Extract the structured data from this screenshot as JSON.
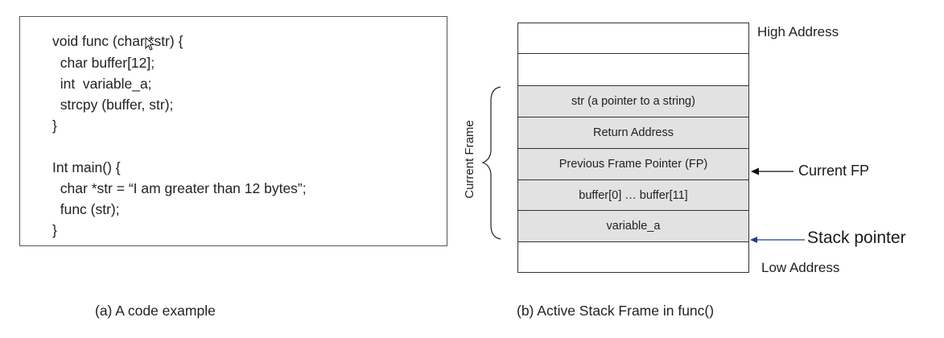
{
  "code": {
    "lines": [
      "void func (char *str) {",
      "  char buffer[12];",
      "  int  variable_a;",
      "  strcpy (buffer, str);",
      "}",
      "",
      "Int main() {",
      "  char *str = “I am greater than 12 bytes”;",
      "  func (str);",
      "}"
    ],
    "caption": "(a) A code example"
  },
  "stack": {
    "high_label": "High Address",
    "low_label": "Low Address",
    "rows": [
      {
        "label": "",
        "shaded": false
      },
      {
        "label": "",
        "shaded": false
      },
      {
        "label": "str (a pointer to a string)",
        "shaded": true
      },
      {
        "label": "Return Address",
        "shaded": true
      },
      {
        "label": "Previous Frame Pointer (FP)",
        "shaded": true
      },
      {
        "label": "buffer[0] … buffer[11]",
        "shaded": true
      },
      {
        "label": "variable_a",
        "shaded": true
      },
      {
        "label": "",
        "shaded": false
      }
    ],
    "frame_label": "Current Frame",
    "current_fp_label": "Current FP",
    "stack_pointer_label": "Stack pointer",
    "caption": "(b) Active Stack Frame in func()",
    "arrow_colors": {
      "current_fp": "#111111",
      "stack_pointer": "#1f3f8f"
    }
  }
}
